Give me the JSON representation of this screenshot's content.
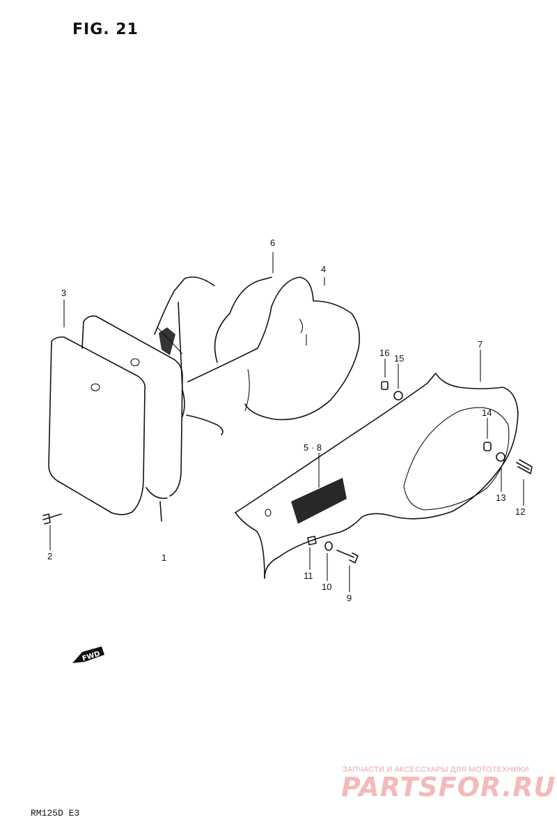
{
  "figure": {
    "title": "FIG. 21",
    "model": "RM125D  E3",
    "fwd_label": "FWD"
  },
  "callouts": [
    {
      "id": "c1",
      "label": "1"
    },
    {
      "id": "c2",
      "label": "2"
    },
    {
      "id": "c3",
      "label": "3"
    },
    {
      "id": "c4",
      "label": "4"
    },
    {
      "id": "c6",
      "label": "6"
    },
    {
      "id": "c58",
      "label": "5 · 8"
    },
    {
      "id": "c7",
      "label": "7"
    },
    {
      "id": "c9",
      "label": "9"
    },
    {
      "id": "c10",
      "label": "10"
    },
    {
      "id": "c11",
      "label": "11"
    },
    {
      "id": "c12",
      "label": "12"
    },
    {
      "id": "c13",
      "label": "13"
    },
    {
      "id": "c14",
      "label": "14"
    },
    {
      "id": "c15",
      "label": "15"
    },
    {
      "id": "c16",
      "label": "16"
    }
  ],
  "watermark": {
    "tagline": "ЗАПЧАСТИ И АКСЕССУАРЫ ДЛЯ МОТОТЕХНИКИ",
    "logo": "PARTSFOR.RU",
    "color": "#f4b9b9"
  }
}
